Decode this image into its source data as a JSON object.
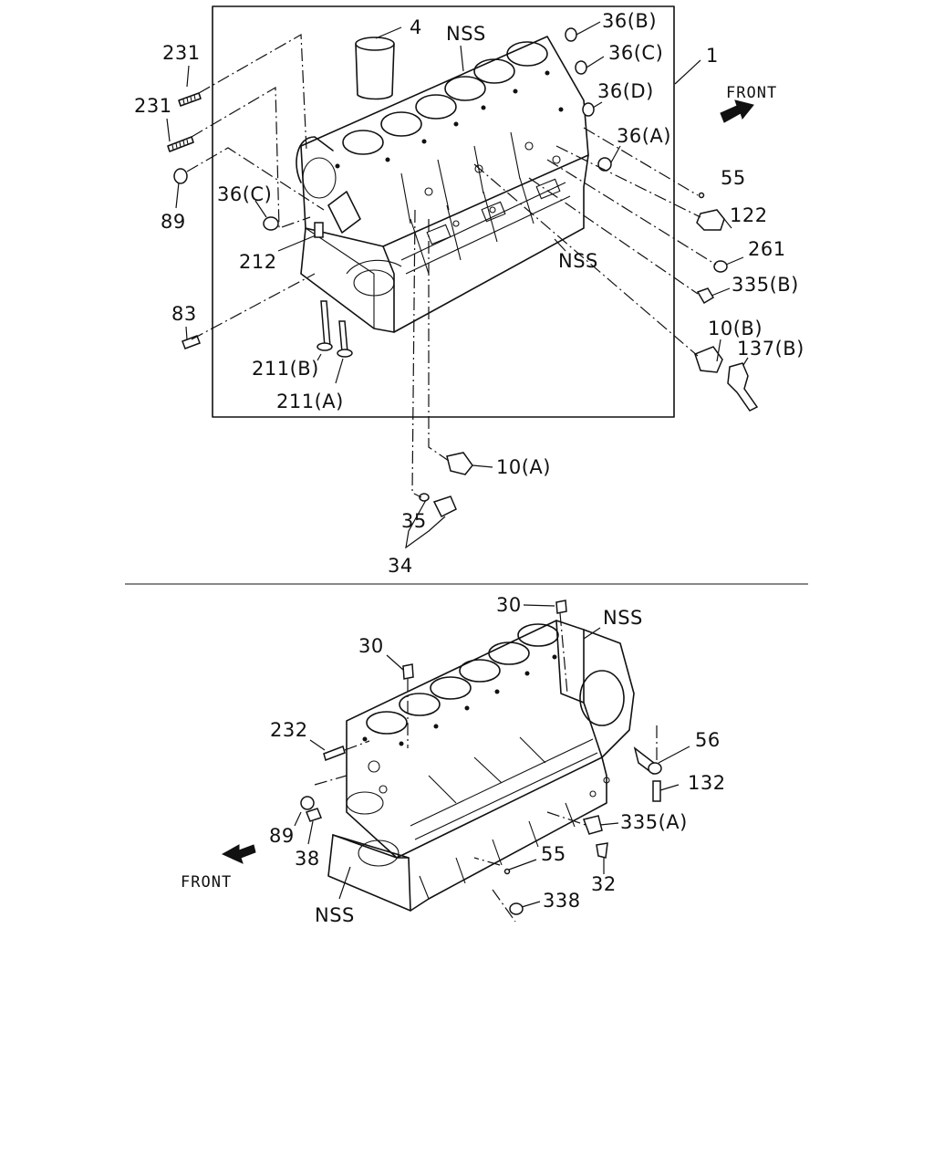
{
  "upper_view": {
    "callouts": [
      {
        "id": "c231a",
        "text": "231"
      },
      {
        "id": "c231b",
        "text": "231"
      },
      {
        "id": "c4",
        "text": "4"
      },
      {
        "id": "cnss1",
        "text": "NSS"
      },
      {
        "id": "c36b",
        "text": "36(B)"
      },
      {
        "id": "c36c1",
        "text": "36(C)"
      },
      {
        "id": "c1",
        "text": "1"
      },
      {
        "id": "c36d",
        "text": "36(D)"
      },
      {
        "id": "c36a",
        "text": "36(A)"
      },
      {
        "id": "c55a",
        "text": "55"
      },
      {
        "id": "c89a",
        "text": "89"
      },
      {
        "id": "c36c2",
        "text": "36(C)"
      },
      {
        "id": "c212",
        "text": "212"
      },
      {
        "id": "cnss2",
        "text": "NSS"
      },
      {
        "id": "c122",
        "text": "122"
      },
      {
        "id": "c261",
        "text": "261"
      },
      {
        "id": "c335b",
        "text": "335(B)"
      },
      {
        "id": "c83",
        "text": "83"
      },
      {
        "id": "c10b",
        "text": "10(B)"
      },
      {
        "id": "c137b",
        "text": "137(B)"
      },
      {
        "id": "c211b",
        "text": "211(B)"
      },
      {
        "id": "c211a",
        "text": "211(A)"
      },
      {
        "id": "c10a",
        "text": "10(A)"
      },
      {
        "id": "c35",
        "text": "35"
      },
      {
        "id": "c34",
        "text": "34"
      }
    ],
    "front_label": "FRONT"
  },
  "lower_view": {
    "callouts": [
      {
        "id": "d30a",
        "text": "30"
      },
      {
        "id": "dnss1",
        "text": "NSS"
      },
      {
        "id": "d30b",
        "text": "30"
      },
      {
        "id": "d232",
        "text": "232"
      },
      {
        "id": "d56",
        "text": "56"
      },
      {
        "id": "d132",
        "text": "132"
      },
      {
        "id": "d89",
        "text": "89"
      },
      {
        "id": "d335a",
        "text": "335(A)"
      },
      {
        "id": "d38",
        "text": "38"
      },
      {
        "id": "d55",
        "text": "55"
      },
      {
        "id": "d32",
        "text": "32"
      },
      {
        "id": "d338",
        "text": "338"
      },
      {
        "id": "dnss2",
        "text": "NSS"
      }
    ],
    "front_label": "FRONT"
  }
}
